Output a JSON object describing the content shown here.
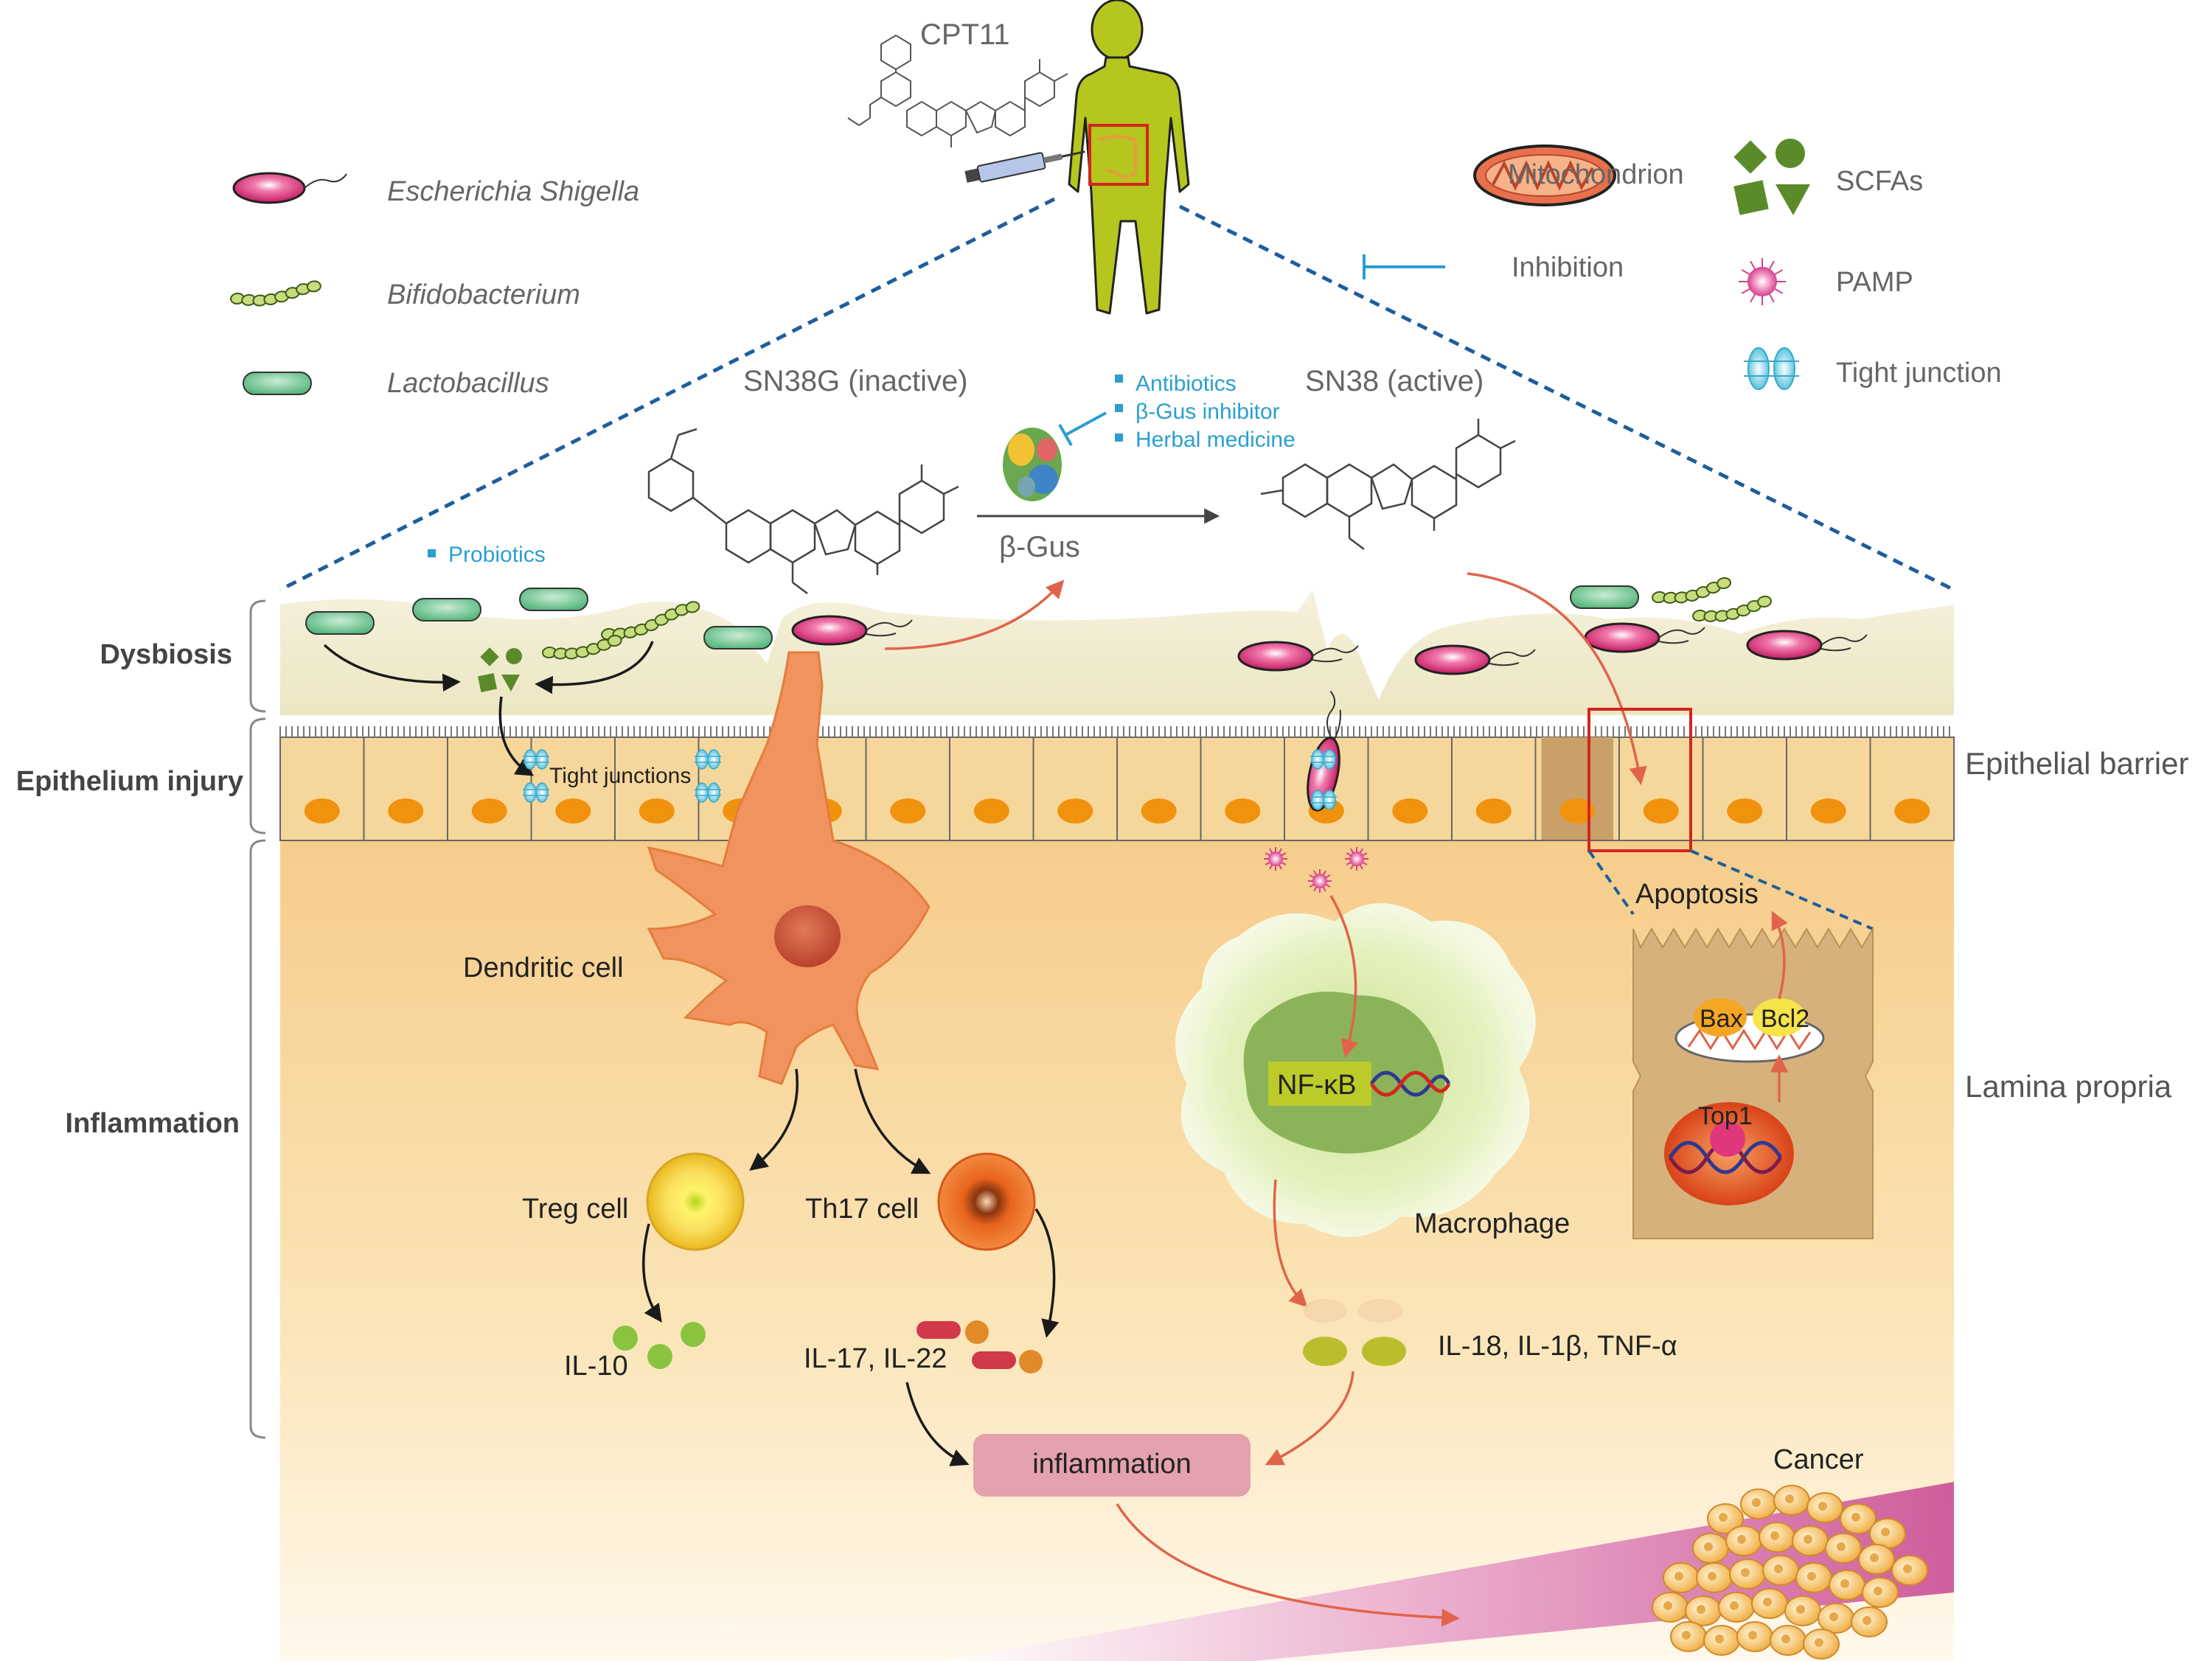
{
  "legend": {
    "escherichia": "Escherichia Shigella",
    "bifidobacterium": "Bifidobacterium",
    "lactobacillus": "Lactobacillus",
    "mitochondrion": "Mitochondrion",
    "inhibition": "Inhibition",
    "scfas": "SCFAs",
    "pamp": "PAMP",
    "tight_junction": "Tight junction"
  },
  "drug": {
    "cpt11": "CPT11",
    "sn38g": "SN38G (inactive)",
    "sn38": "SN38 (active)",
    "beta_gus": "β-Gus"
  },
  "inhibitors": [
    "Antibiotics",
    "β-Gus inhibitor",
    "Herbal medicine"
  ],
  "probiotics": "Probiotics",
  "layers": {
    "dysbiosis": "Dysbiosis",
    "epithelium_injury": "Epithelium injury",
    "inflammation": "Inflammation"
  },
  "side_labels": {
    "epithelial_barrier": "Epithelial barrier",
    "lamina_propria": "Lamina propria"
  },
  "cells": {
    "tight_junctions": "Tight junctions",
    "dendritic_cell": "Dendritic cell",
    "treg_cell": "Treg cell",
    "th17_cell": "Th17 cell",
    "macrophage": "Macrophage",
    "nfkb": "NF-κB",
    "apoptosis": "Apoptosis",
    "bax": "Bax",
    "bcl2": "Bcl2",
    "top1": "Top1",
    "il10": "IL-10",
    "il17_il22": "IL-17, IL-22",
    "il18_group": "IL-18, IL-1β, TNF-α",
    "inflammation": "inflammation",
    "cancer": "Cancer"
  },
  "colors": {
    "dashed_line": "#1d5e9c",
    "red_arrow": "#e0644a",
    "blue_text": "#2a9fd0",
    "human_body": "#b5c61e",
    "epithelium": "#f6d79b",
    "nucleus": "#f0920d"
  }
}
